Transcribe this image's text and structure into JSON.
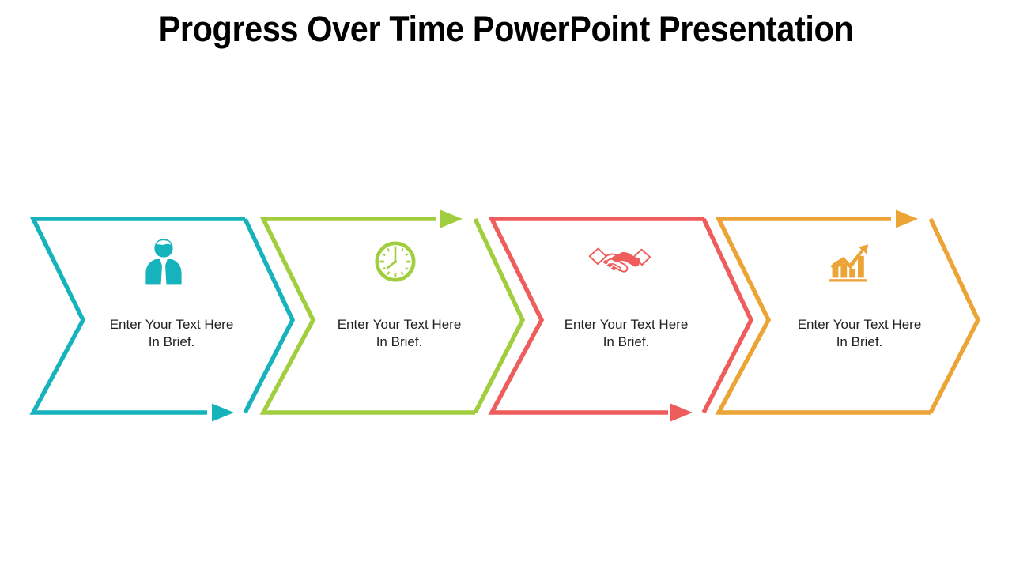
{
  "slide": {
    "title": "Progress Over Time PowerPoint Presentation",
    "background_color": "#ffffff",
    "text_color": "#231f20"
  },
  "diagram": {
    "type": "chevron-process",
    "step_count": 4,
    "steps": [
      {
        "index": 1,
        "color": "#17b3bd",
        "icon": "businessman-icon",
        "arrow_position": "bottom",
        "line1": "Enter Your Text Here",
        "line2": "In Brief."
      },
      {
        "index": 2,
        "color": "#a0ce3e",
        "icon": "clock-icon",
        "arrow_position": "top",
        "line1": "Enter Your Text Here",
        "line2": "In Brief."
      },
      {
        "index": 3,
        "color": "#ef5c5c",
        "icon": "handshake-icon",
        "arrow_position": "bottom",
        "line1": "Enter Your Text Here",
        "line2": "In Brief."
      },
      {
        "index": 4,
        "color": "#eba435",
        "icon": "growth-chart-icon",
        "arrow_position": "top",
        "line1": "Enter Your Text Here",
        "line2": "In Brief."
      }
    ]
  }
}
